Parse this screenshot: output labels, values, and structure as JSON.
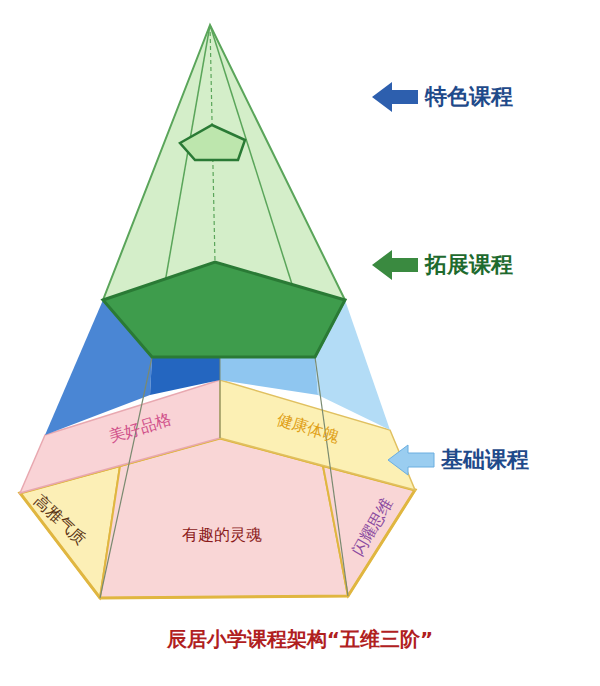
{
  "diagram": {
    "caption": "辰居小学课程架构“五维三阶”",
    "labels": [
      "特色课程",
      "拓展课程",
      "基础课程",
      "美好品格",
      "健康体魄",
      "高雅气质",
      "有趣的灵魂",
      "闪耀思维"
    ]
  }
}
